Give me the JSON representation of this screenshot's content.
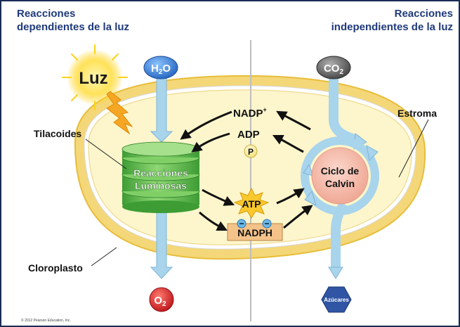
{
  "header": {
    "left_line1": "Reacciones",
    "left_line2": "dependientes de la luz",
    "right_line1": "Reacciones",
    "right_line2": "independientes de la luz"
  },
  "labels": {
    "luz": "Luz",
    "tilacoides": "Tilacoides",
    "estroma": "Estroma",
    "cloroplasto": "Cloroplasto",
    "reacciones_luminosas_1": "Reacciones",
    "reacciones_luminosas_2": "Luminosas",
    "ciclo_calvin_1": "Ciclo de",
    "ciclo_calvin_2": "Calvin",
    "h2o_main": "H",
    "h2o_sub": "2",
    "h2o_end": "O",
    "co2_main": "CO",
    "co2_sub": "2",
    "o2_main": "O",
    "o2_sub": "2",
    "nadp_plus": "NADP",
    "nadp_sup": "+",
    "adp": "ADP",
    "p": "P",
    "atp": "ATP",
    "nadph": "NADPH",
    "azucares": "Azúcares"
  },
  "footer": {
    "copyright": "© 2012 Pearson Education, Inc."
  },
  "colors": {
    "header_text": "#1f3a7a",
    "chloroplast_outer": "#f2d36a",
    "stroma": "#fdf6cc",
    "flow_arrow": "#a8d4ec",
    "thylakoid": "#5dbb4a",
    "calvin_fill": "#f6c2b4",
    "atp_star": "#f9c82c",
    "nadph_box": "#f4c38a",
    "h2o_oval": "#3b7fd4",
    "co2_oval": "#555555",
    "o2_circle": "#d9252a",
    "azucares_hex": "#2f55a4"
  }
}
